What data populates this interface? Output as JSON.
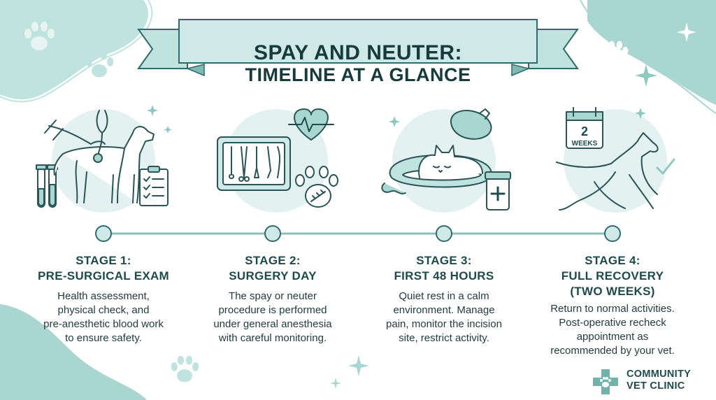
{
  "header": {
    "title_line1": "SPAY AND NEUTER:",
    "title_line2": "TIMELINE AT A GLANCE"
  },
  "stages": [
    {
      "title_line1": "STAGE 1:",
      "title_line2": "PRE-SURGICAL EXAM",
      "desc": [
        "Health assessment,",
        "physical check, and",
        "pre-anesthetic blood work",
        "to ensure safety."
      ]
    },
    {
      "title_line1": "STAGE 2:",
      "title_line2": "SURGERY DAY",
      "desc": [
        "The spay or neuter",
        "procedure is performed",
        "under general anesthesia",
        "with careful monitoring."
      ]
    },
    {
      "title_line1": "STAGE 3:",
      "title_line2": "FIRST 48 HOURS",
      "desc": [
        "Quiet rest in a calm",
        "environment. Manage",
        "pain, monitor the incision",
        "site, restrict activity."
      ]
    },
    {
      "title_line1": "STAGE 4:",
      "title_line2": "FULL RECOVERY",
      "title_line3": "(TWO WEEKS)",
      "desc": [
        "Return to normal activities.",
        "Post-operative recheck",
        "appointment as",
        "recommended by your vet."
      ]
    }
  ],
  "calendar": {
    "number": "2",
    "label": "WEEKS"
  },
  "logo": {
    "line1": "COMMUNITY",
    "line2": "VET CLINIC"
  },
  "colors": {
    "teal_light": "#cfe9e6",
    "teal_mid": "#a9d6d1",
    "teal_dark": "#1f4b4d",
    "accent": "#8cc9c1"
  },
  "icons": [
    "paw-print-icon",
    "sparkle-icon",
    "stethoscope-icon",
    "heartbeat-icon",
    "surgical-tools-icon",
    "ice-pack-icon",
    "medicine-bottle-icon",
    "calendar-icon",
    "checkmark-icon",
    "clipboard-icon",
    "test-tubes-icon"
  ]
}
